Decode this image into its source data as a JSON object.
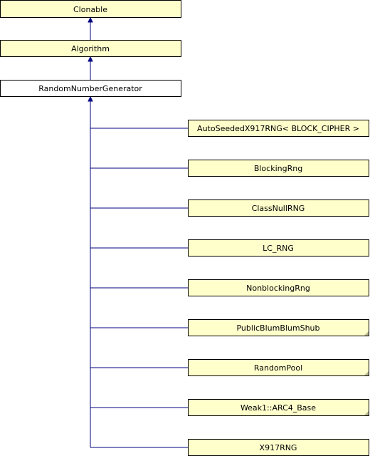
{
  "diagram": {
    "ancestors": [
      {
        "label": "Clonable"
      },
      {
        "label": "Algorithm"
      }
    ],
    "current": {
      "label": "RandomNumberGenerator"
    },
    "subclasses": [
      {
        "label": "AutoSeededX917RNG< BLOCK_CIPHER >",
        "has_more": false
      },
      {
        "label": "BlockingRng",
        "has_more": false
      },
      {
        "label": "ClassNullRNG",
        "has_more": false
      },
      {
        "label": "LC_RNG",
        "has_more": false
      },
      {
        "label": "NonblockingRng",
        "has_more": false
      },
      {
        "label": "PublicBlumBlumShub",
        "has_more": true
      },
      {
        "label": "RandomPool",
        "has_more": true
      },
      {
        "label": "Weak1::ARC4_Base",
        "has_more": true
      },
      {
        "label": "X917RNG",
        "has_more": false
      }
    ],
    "colors": {
      "box_fill": "#ffffcc",
      "current_fill": "#ffffff",
      "edge": "#000080"
    }
  }
}
